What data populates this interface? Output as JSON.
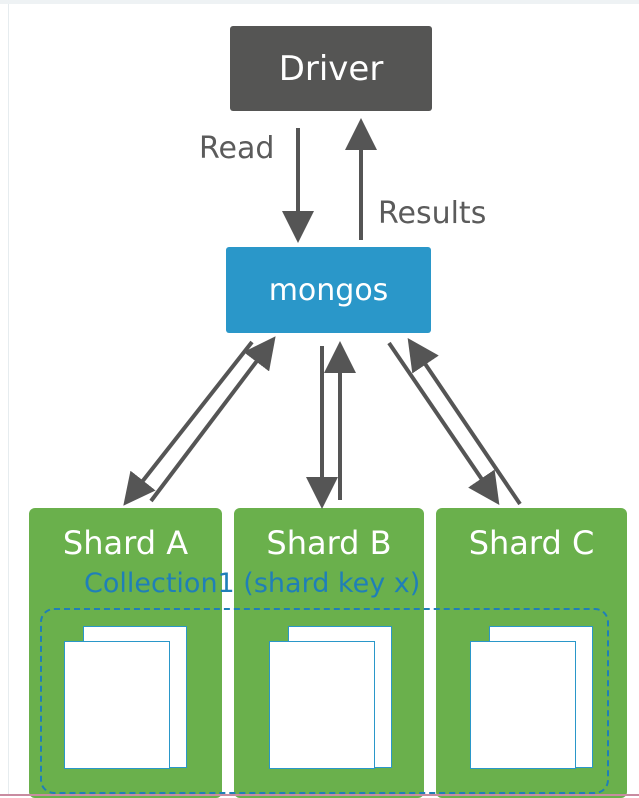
{
  "driver": {
    "label": "Driver"
  },
  "flows": {
    "read": "Read",
    "results": "Results"
  },
  "mongos": {
    "label": "mongos"
  },
  "shards": [
    {
      "label": "Shard A"
    },
    {
      "label": "Shard B"
    },
    {
      "label": "Shard C"
    }
  ],
  "collection": {
    "label": "Collection1  (shard key x)"
  },
  "colors": {
    "driver": "#555554",
    "mongos": "#2a97c9",
    "shard": "#6ab04c",
    "arrow": "#555555",
    "collection": "#1f7fb8"
  }
}
